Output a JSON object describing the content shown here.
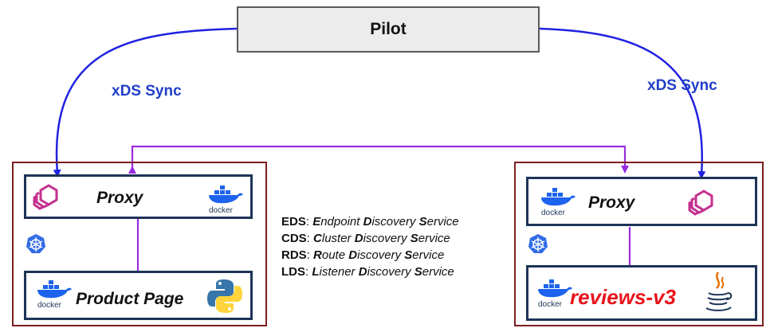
{
  "pilot": {
    "label": "Pilot"
  },
  "sync_left": {
    "label": "xDS Sync"
  },
  "sync_right": {
    "label": "xDS Sync"
  },
  "left_pod": {
    "proxy_label": "Proxy",
    "app_label": "Product Page",
    "docker_label": "docker"
  },
  "right_pod": {
    "proxy_label": "Proxy",
    "app_label": "reviews-v3",
    "docker_label": "docker"
  },
  "legend": [
    {
      "abbr": "EDS",
      "words": [
        [
          "E",
          "ndpoint"
        ],
        [
          "D",
          "iscovery"
        ],
        [
          "S",
          "ervice"
        ]
      ]
    },
    {
      "abbr": "CDS",
      "words": [
        [
          "C",
          "luster"
        ],
        [
          "D",
          "iscovery"
        ],
        [
          "S",
          "ervice"
        ]
      ]
    },
    {
      "abbr": "RDS",
      "words": [
        [
          "R",
          "oute"
        ],
        [
          "D",
          "iscovery"
        ],
        [
          "S",
          "ervice"
        ]
      ]
    },
    {
      "abbr": "LDS",
      "words": [
        [
          "L",
          "istener"
        ],
        [
          "D",
          "iscovery"
        ],
        [
          "S",
          "ervice"
        ]
      ]
    }
  ],
  "colors": {
    "sync_arrow": "#1f22e0",
    "mesh_line": "#9a2de0",
    "pod_border": "#7b1f1f",
    "container_border": "#1d3457",
    "envoy": "#c4308f",
    "docker": "#1d63ed",
    "kubernetes": "#326ce5",
    "reviews_text": "#e8141b"
  },
  "icons": [
    "envoy-icon",
    "docker-icon",
    "kubernetes-icon",
    "python-icon",
    "java-icon"
  ]
}
